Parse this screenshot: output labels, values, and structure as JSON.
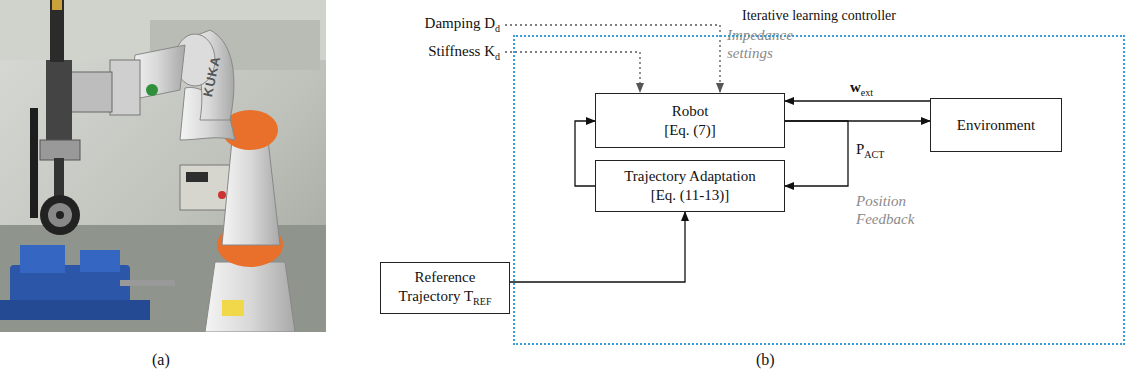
{
  "diagram": {
    "nodes": [
      {
        "text": [
          "Iterative learning controller"
        ]
      },
      {
        "text": [
          "Robot",
          "[Eq. (7)]"
        ],
        "in": 0
      },
      {
        "text": [
          "Trajectory Adaptation",
          "[Eq. (11-13)]"
        ],
        "in": 0
      },
      {
        "text": [
          "Environment"
        ],
        "in": 0
      },
      {
        "text": [
          "Reference Trajectory T",
          "REF"
        ]
      }
    ],
    "edges": [
      {
        "from": 3,
        "to": 1,
        "arrow": "to"
      },
      {
        "from": 1,
        "to": 3,
        "arrow": "to"
      },
      {
        "from": 1,
        "to": 2,
        "arrow": "to"
      },
      {
        "from": 2,
        "to": 1,
        "arrow": "to"
      },
      {
        "from": 4,
        "to": 2,
        "arrow": "to"
      }
    ],
    "labels": [
      "(a)",
      "(b)",
      "KUKA",
      "Damping D",
      "d",
      "Stiffness K",
      "d",
      "Impedance settings",
      "w",
      "ext",
      "P",
      "ACT",
      "Position Feedback"
    ]
  }
}
